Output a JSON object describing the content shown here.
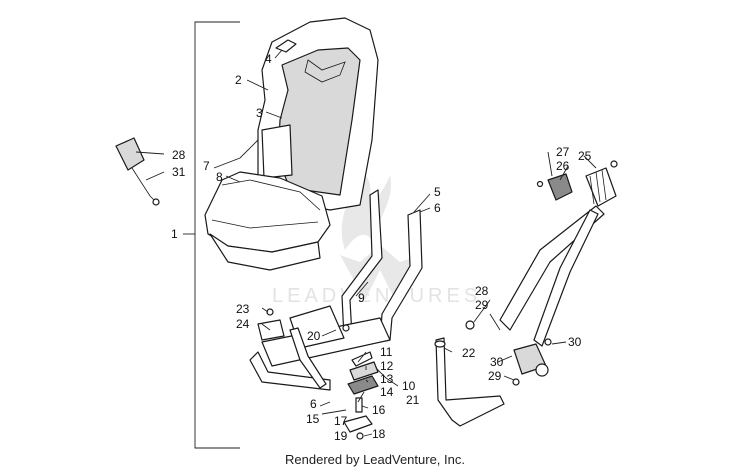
{
  "footer_text": "Rendered by LeadVenture, Inc.",
  "watermark_text": "LEADVENTURES",
  "callouts": [
    {
      "id": "c1",
      "label": "1"
    },
    {
      "id": "c2",
      "label": "2"
    },
    {
      "id": "c3",
      "label": "3"
    },
    {
      "id": "c4",
      "label": "4"
    },
    {
      "id": "c5",
      "label": "5"
    },
    {
      "id": "c6a",
      "label": "6"
    },
    {
      "id": "c6b",
      "label": "6"
    },
    {
      "id": "c7",
      "label": "7"
    },
    {
      "id": "c8",
      "label": "8"
    },
    {
      "id": "c9",
      "label": "9"
    },
    {
      "id": "c10",
      "label": "10"
    },
    {
      "id": "c11",
      "label": "11"
    },
    {
      "id": "c12",
      "label": "12"
    },
    {
      "id": "c13",
      "label": "13"
    },
    {
      "id": "c14",
      "label": "14"
    },
    {
      "id": "c15",
      "label": "15"
    },
    {
      "id": "c16",
      "label": "16"
    },
    {
      "id": "c17",
      "label": "17"
    },
    {
      "id": "c18",
      "label": "18"
    },
    {
      "id": "c19",
      "label": "19"
    },
    {
      "id": "c20",
      "label": "20"
    },
    {
      "id": "c21",
      "label": "21"
    },
    {
      "id": "c22",
      "label": "22"
    },
    {
      "id": "c23",
      "label": "23"
    },
    {
      "id": "c24",
      "label": "24"
    },
    {
      "id": "c25",
      "label": "25"
    },
    {
      "id": "c26",
      "label": "26"
    },
    {
      "id": "c27",
      "label": "27"
    },
    {
      "id": "c28a",
      "label": "28"
    },
    {
      "id": "c28b",
      "label": "28"
    },
    {
      "id": "c29a",
      "label": "29"
    },
    {
      "id": "c29b",
      "label": "29"
    },
    {
      "id": "c30a",
      "label": "30"
    },
    {
      "id": "c30b",
      "label": "30"
    },
    {
      "id": "c31",
      "label": "31"
    }
  ]
}
